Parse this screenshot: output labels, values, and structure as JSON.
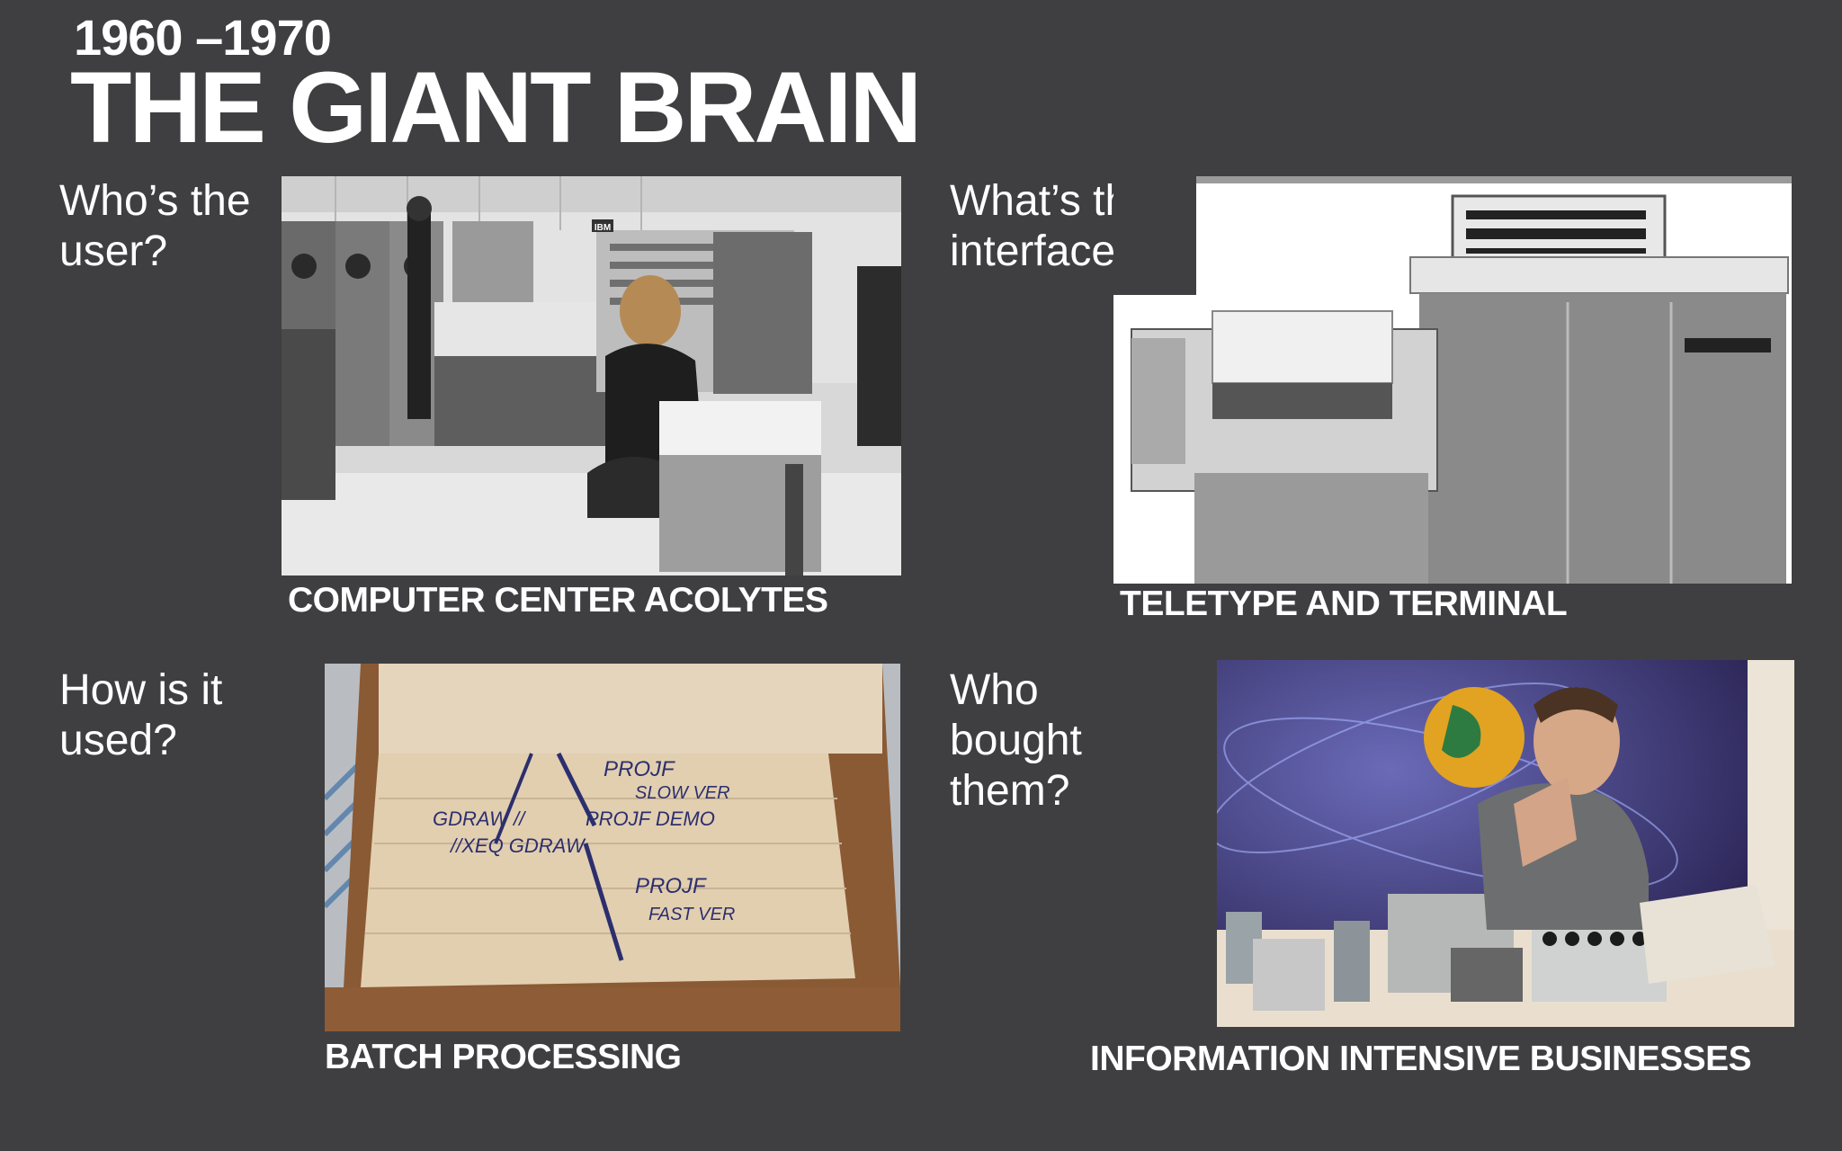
{
  "header": {
    "years": "1960 –1970",
    "title": "THE GIANT BRAIN"
  },
  "quadrants": [
    {
      "question": "Who’s the user?",
      "caption": "COMPUTER CENTER ACOLYTES"
    },
    {
      "question": "What’s the interface?",
      "caption": "TELETYPE AND TERMINAL"
    },
    {
      "question": "How is it used?",
      "caption": "BATCH PROCESSING"
    },
    {
      "question": "Who bought them?",
      "caption": "INFORMATION INTENSIVE BUSINESSES"
    }
  ],
  "photo_text": {
    "ibm_badge": "IBM",
    "card_labels": [
      "PROJF",
      "SLOW VER",
      "GDRAW //",
      "PROJF DEMO",
      "//XEQ GDRAW",
      "PROJF",
      "FAST VER"
    ]
  }
}
